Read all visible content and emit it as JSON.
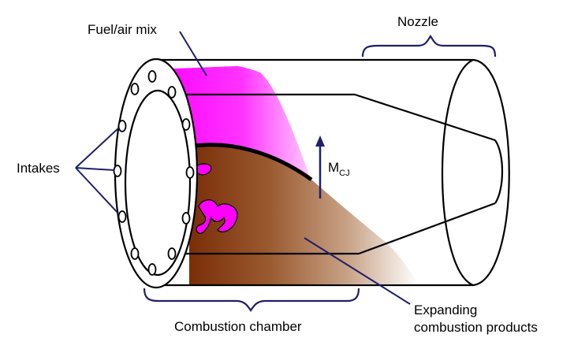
{
  "labels": {
    "fuel_air_mix": "Fuel/air mix",
    "nozzle": "Nozzle",
    "intakes": "Intakes",
    "mcj_main": "M",
    "mcj_sub": "CJ",
    "combustion_chamber": "Combustion chamber",
    "expanding_line1": "Expanding",
    "expanding_line2": "combustion products"
  },
  "colors": {
    "fuel_mix": "#ff00ff",
    "combustion_products": "#8b3a10",
    "leader_lines": "#1f1f6b",
    "outline": "#000000"
  }
}
